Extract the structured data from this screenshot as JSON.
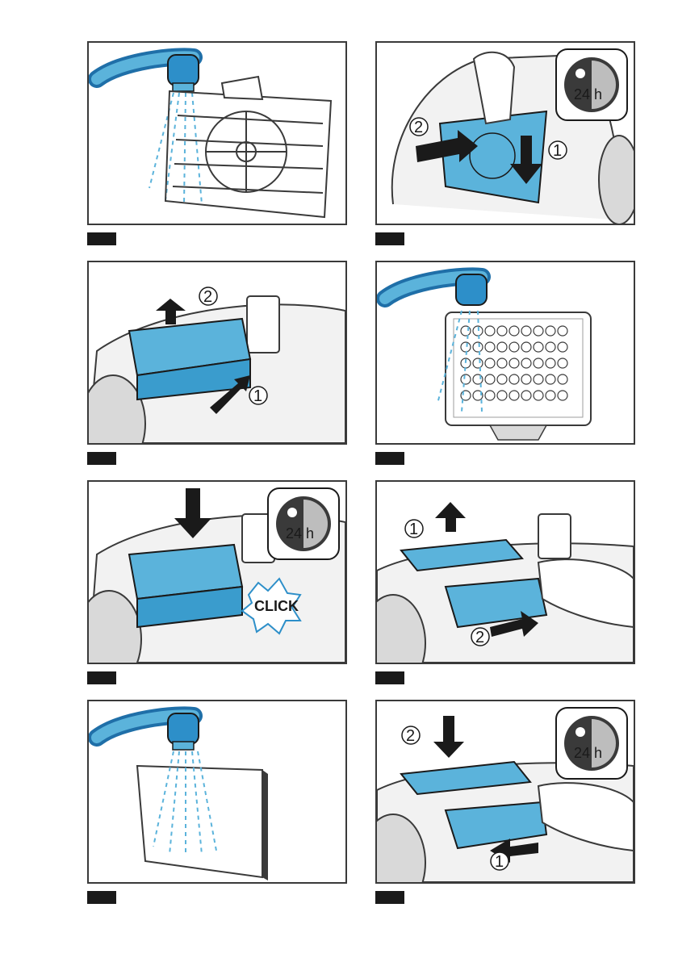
{
  "figures": [
    {
      "id": "fig1",
      "callouts": []
    },
    {
      "id": "fig2",
      "callouts": [
        "1",
        "2"
      ],
      "timer": "24 h"
    },
    {
      "id": "fig3",
      "callouts": [
        "1",
        "2"
      ]
    },
    {
      "id": "fig4",
      "callouts": []
    },
    {
      "id": "fig5",
      "callouts": [],
      "timer": "24 h",
      "click": "CLICK"
    },
    {
      "id": "fig6",
      "callouts": [
        "1",
        "2"
      ]
    },
    {
      "id": "fig7",
      "callouts": []
    },
    {
      "id": "fig8",
      "callouts": [
        "1",
        "2"
      ],
      "timer": "24 h"
    }
  ],
  "colors": {
    "accent": "#2d8fc9",
    "filter_blue": "#5bb3db",
    "frame": "#3a3a3a",
    "tap_dark": "#1f6fa8"
  }
}
